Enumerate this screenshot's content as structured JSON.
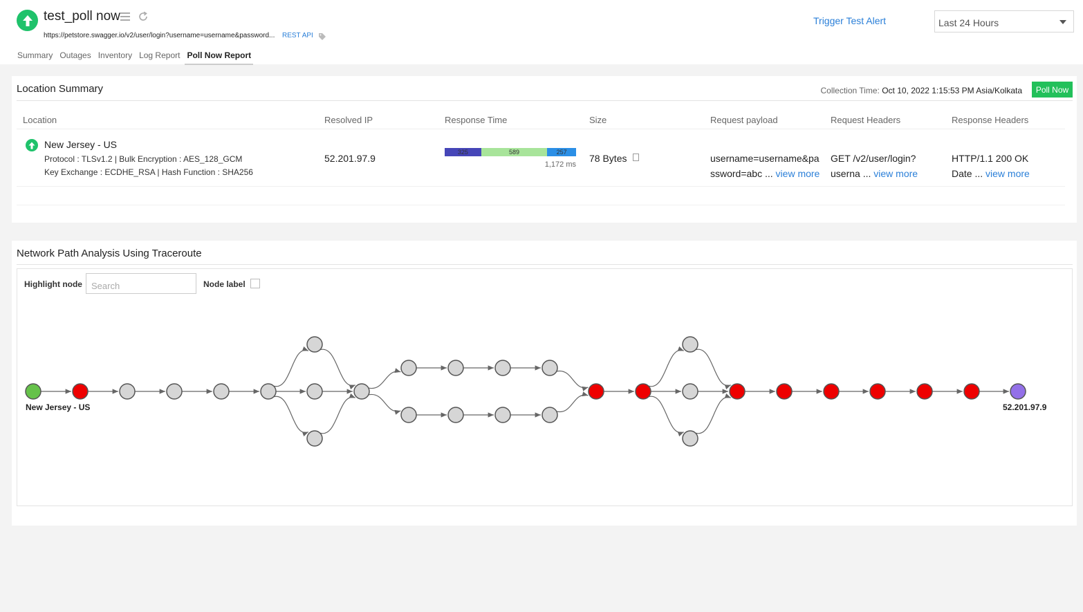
{
  "header": {
    "monitor_name": "test_poll now",
    "url": "https://petstore.swagger.io/v2/user/login?username=username&password...",
    "type_badge": "REST API",
    "trigger_label": "Trigger Test Alert",
    "time_range": "Last 24 Hours",
    "icons": [
      "up-arrow-icon",
      "menu-icon",
      "refresh-icon",
      "tag-icon",
      "chevron-down-icon"
    ]
  },
  "tabs": [
    {
      "label": "Summary",
      "active": false
    },
    {
      "label": "Outages",
      "active": false
    },
    {
      "label": "Inventory",
      "active": false
    },
    {
      "label": "Log Report",
      "active": false
    },
    {
      "label": "Poll Now Report",
      "active": true
    }
  ],
  "location_summary": {
    "title": "Location Summary",
    "collection_label": "Collection Time:",
    "collection_time": "Oct 10, 2022 1:15:53 PM Asia/Kolkata",
    "poll_now_label": "Poll Now",
    "columns": [
      "Location",
      "Resolved IP",
      "Response Time",
      "Size",
      "Request payload",
      "Request Headers",
      "Response Headers"
    ],
    "row": {
      "location": "New Jersey - US",
      "protocol_line": "Protocol : TLSv1.2  |  Bulk Encryption : AES_128_GCM",
      "keyex_line": "Key Exchange : ECDHE_RSA  |  Hash Function : SHA256",
      "resolved_ip": "52.201.97.9",
      "response_segments": [
        {
          "value": "325",
          "color": "#4646b8"
        },
        {
          "value": "589",
          "color": "#a8e49a"
        },
        {
          "value": "257",
          "color": "#2b8fe6"
        }
      ],
      "response_total": "1,172 ms",
      "size": "78 Bytes",
      "payload_line1": "username=username&pa",
      "payload_line2": "ssword=abc ...",
      "headers_line1": "GET /v2/user/login?",
      "headers_line2": "userna ...",
      "resp_headers_line1": "HTTP/1.1 200 OK",
      "resp_headers_line2": "Date ...",
      "view_more": "view more"
    }
  },
  "network_path": {
    "title": "Network Path Analysis Using Traceroute",
    "highlight_label": "Highlight node",
    "search_placeholder": "Search",
    "node_label_label": "Node label",
    "source_label": "New Jersey - US",
    "destination_label": "52.201.97.9",
    "colors": {
      "source": "#66c24a",
      "ok_hop": "#d6d6d6",
      "bad_hop": "#ee0000",
      "destination": "#9370e8"
    }
  }
}
